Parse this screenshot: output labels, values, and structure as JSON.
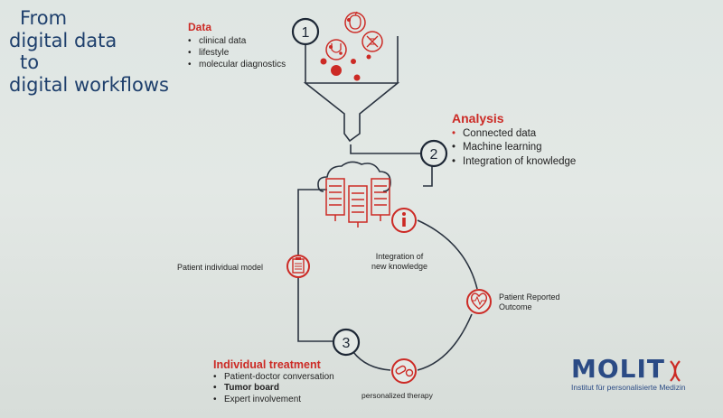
{
  "title": {
    "line1": "From",
    "line2": "digital data",
    "line3": "to",
    "line4": "digital workflows"
  },
  "steps": {
    "one": "1",
    "two": "2",
    "three": "3"
  },
  "data_block": {
    "heading": "Data",
    "items": [
      "clinical data",
      "lifestyle",
      "molecular diagnostics"
    ]
  },
  "analysis_block": {
    "heading": "Analysis",
    "items": [
      "Connected data",
      "Machine learning",
      "Integration of knowledge"
    ]
  },
  "treatment_block": {
    "heading": "Individual treatment",
    "items": [
      "Patient-doctor conversation",
      "Tumor board",
      "Expert involvement"
    ]
  },
  "labels": {
    "patient_model": "Patient individual model",
    "integration_l1": "Integration of",
    "integration_l2": "new knowledge",
    "pro_l1": "Patient Reported",
    "pro_l2": "Outcome",
    "therapy": "personalized therapy"
  },
  "logo": {
    "name": "MOLIT",
    "subtitle": "Institut für personalisierte Medizin"
  },
  "icons": {
    "data": [
      "apple-icon",
      "stethoscope-icon",
      "dna-icon"
    ],
    "cloud": "cloud-server-icon",
    "info": "info-icon",
    "heart": "heart-monitor-icon",
    "clipboard": "clipboard-icon",
    "pills": "pills-icon"
  },
  "colors": {
    "accent_red": "#cc2a25",
    "title_blue": "#1e3f6c",
    "line_dark": "#2a3340",
    "logo_blue": "#2b4b85"
  }
}
